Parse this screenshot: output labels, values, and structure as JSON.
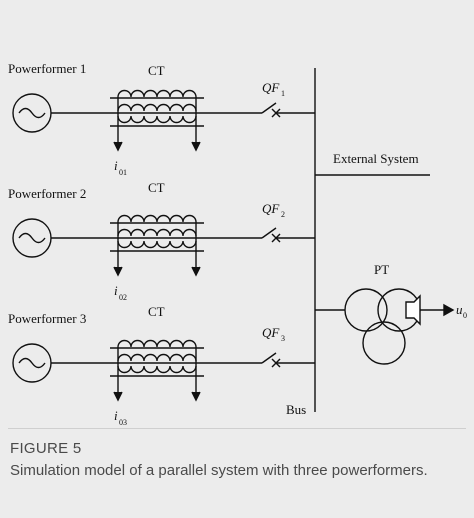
{
  "diagram": {
    "branches": [
      {
        "label": "Powerformer 1",
        "ct_label": "CT",
        "breaker_label": "QF",
        "breaker_sub": "1",
        "current_label": "i",
        "current_sub": "01"
      },
      {
        "label": "Powerformer 2",
        "ct_label": "CT",
        "breaker_label": "QF",
        "breaker_sub": "2",
        "current_label": "i",
        "current_sub": "02"
      },
      {
        "label": "Powerformer 3",
        "ct_label": "CT",
        "breaker_label": "QF",
        "breaker_sub": "3",
        "current_label": "i",
        "current_sub": "03"
      }
    ],
    "external_label": "External System",
    "bus_label": "Bus",
    "pt_label": "PT",
    "voltage_label": "u",
    "voltage_sub": "0"
  },
  "caption": {
    "title": "FIGURE 5",
    "text": "Simulation model of a parallel system with three powerformers."
  }
}
